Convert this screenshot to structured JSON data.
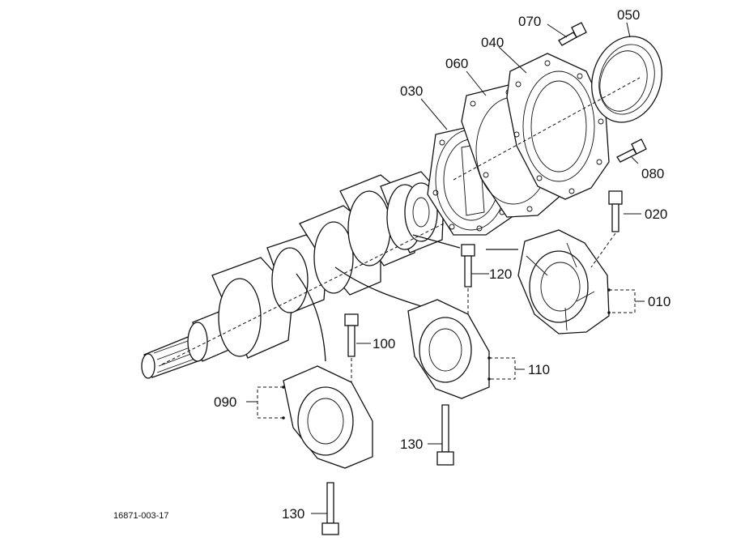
{
  "diagram": {
    "figure_number": "16871-003-17",
    "callouts": {
      "p010": "010",
      "p020": "020",
      "p030": "030",
      "p040": "040",
      "p050": "050",
      "p060": "060",
      "p070": "070",
      "p080": "080",
      "p090": "090",
      "p100": "100",
      "p110": "110",
      "p120": "120",
      "p130a": "130",
      "p130b": "130"
    }
  }
}
